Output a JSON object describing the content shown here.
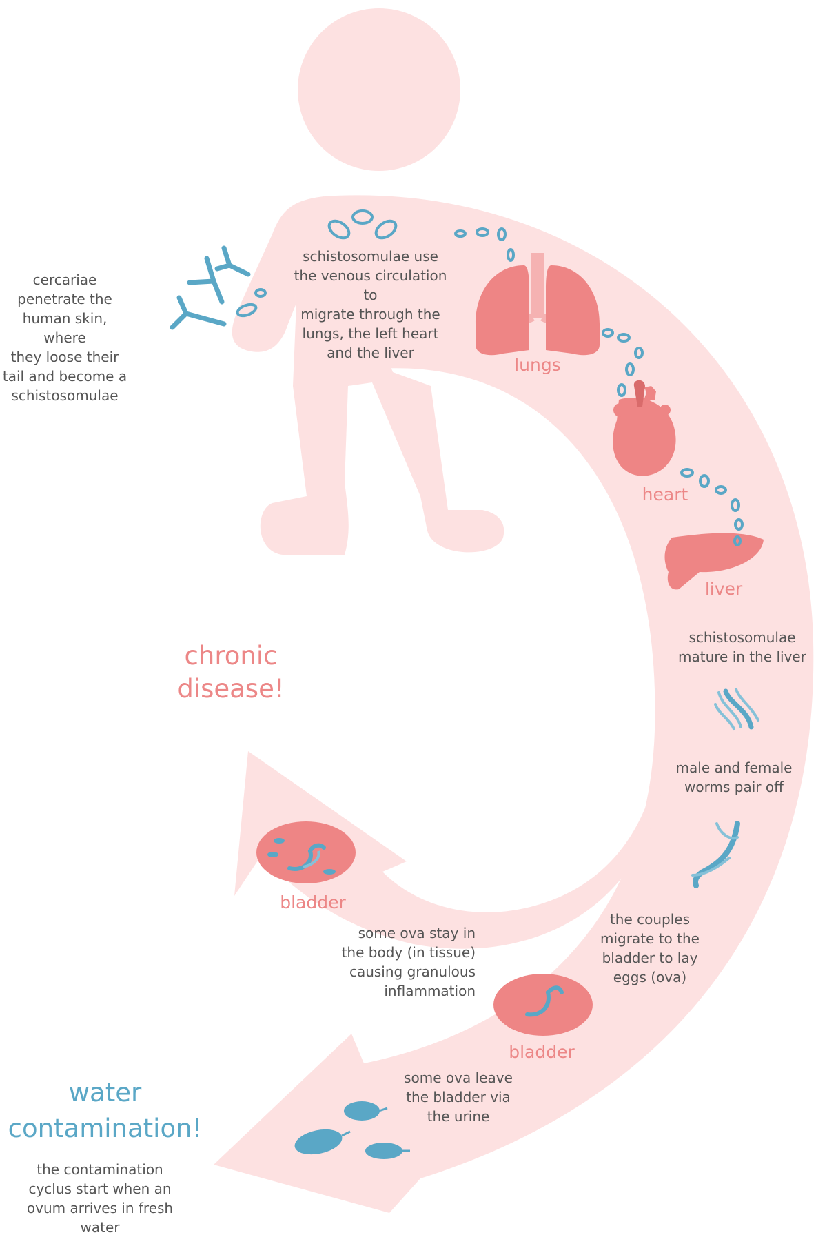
{
  "colors": {
    "body_pink": "#fde1e1",
    "arrow_pink": "#fde1e1",
    "organ_red": "#ee8585",
    "parasite_blue": "#5aa7c6",
    "text_grey": "#555555",
    "label_red": "#ec8787"
  },
  "icons": [
    "human-figure",
    "lungs-icon",
    "heart-icon",
    "liver-icon",
    "bladder-icon",
    "worm-icon",
    "cercaria-icon",
    "egg-icon"
  ],
  "steps": {
    "cercariae": "cercariae\npenetrate the\nhuman skin, where\nthey loose their\ntail and become a\nschistosomulae",
    "migrate": "schistosomulae use\nthe venous circulation to\nmigrate through the\nlungs, the left heart\nand the liver",
    "mature": "schistosomulae\nmature in the liver",
    "pair": "male and female\nworms pair off",
    "couples": "the couples\nmigrate to the\nbladder to lay\neggs (ova)",
    "ova_stay": "some ova stay in\nthe body (in tissue)\ncausing granulous\ninflammation",
    "ova_leave": "some ova leave\nthe bladder via\nthe urine",
    "contamination_text": "the contamination\ncyclus start when an\novum arrives in fresh\nwater"
  },
  "organs": {
    "lungs": "lungs",
    "heart": "heart",
    "liver": "liver",
    "bladder_upper": "bladder",
    "bladder_lower": "bladder"
  },
  "alerts": {
    "chronic": "chronic\ndisease!",
    "water": "water\ncontamination!"
  }
}
